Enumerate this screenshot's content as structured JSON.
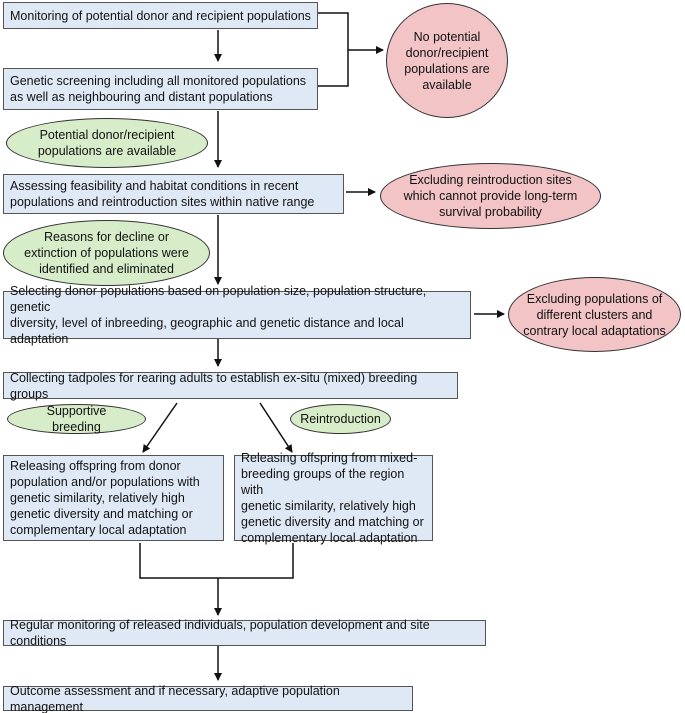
{
  "boxes": {
    "monitoring": "Monitoring of potential donor and recipient populations",
    "screening": "Genetic screening including all monitored populations\nas well as neighbouring and distant populations",
    "assessing": "Assessing feasibility and habitat conditions in recent\npopulations and reintroduction sites within native range",
    "selecting": "Selecting donor populations based on population size, population structure, genetic\ndiversity, level of inbreeding, geographic and genetic distance and local adaptation",
    "collecting": "Collecting tadpoles for rearing adults to establish ex-situ (mixed) breeding groups",
    "release_donor": "Releasing offspring from donor\npopulation and/or populations with\ngenetic similarity, relatively high\ngenetic diversity and matching or\ncomplementary local adaptation",
    "release_mixed": "Releasing offspring from mixed-\nbreeding groups of the region with\ngenetic similarity, relatively high\ngenetic diversity and matching or\ncomplementary local adaptation",
    "regular_monitoring": "Regular monitoring of released individuals, population development and site conditions",
    "outcome": "Outcome assessment and if necessary, adaptive population management"
  },
  "green_ellipses": {
    "available": "Potential donor/recipient\npopulations are available",
    "reasons": "Reasons for decline or\nextinction of populations were\nidentified and eliminated",
    "supportive": "Supportive breeding",
    "reintroduction": "Reintroduction"
  },
  "red_ellipses": {
    "none_available": "No potential\ndonor/recipient\npopulations are\navailable",
    "excluding_sites": "Excluding reintroduction sites\nwhich cannot provide long-term\nsurvival probability",
    "excluding_pops": "Excluding populations of\ndifferent clusters and\ncontrary local adaptations"
  },
  "colors": {
    "box_fill": "#dfe9f5",
    "green_fill": "#d7ecc9",
    "red_fill": "#f2c4c6",
    "line": "#111111"
  }
}
